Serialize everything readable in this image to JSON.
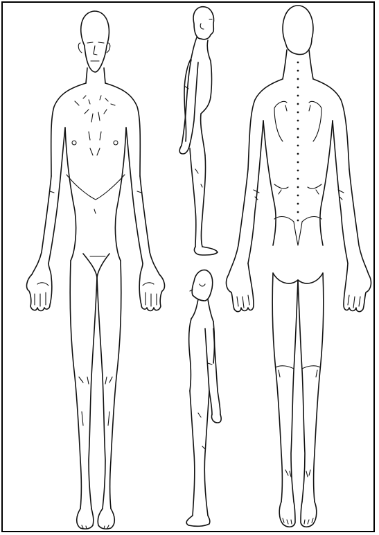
{
  "diagram": {
    "figures": [
      {
        "id": "front",
        "icon": "front-view-body-icon"
      },
      {
        "id": "side-right",
        "icon": "right-side-view-body-icon"
      },
      {
        "id": "back",
        "icon": "back-view-body-icon"
      },
      {
        "id": "side-left",
        "icon": "left-side-view-body-icon"
      }
    ],
    "colors": {
      "line": "#111111",
      "background": "#ffffff",
      "border": "#000000"
    }
  }
}
